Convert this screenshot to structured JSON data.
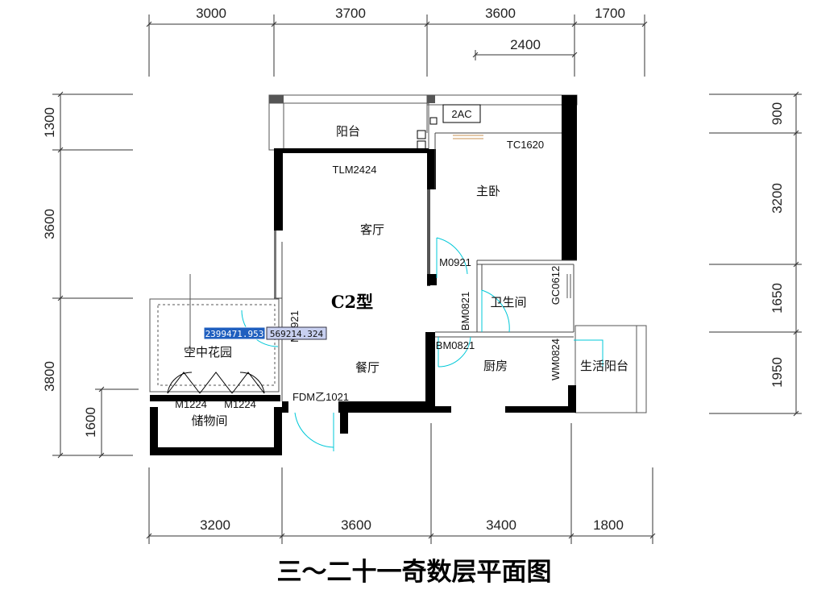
{
  "title": "三～二十一奇数层平面图",
  "type_label": "C2型",
  "top_dims": [
    "3000",
    "3700",
    "3600",
    "1700"
  ],
  "top_sub_dim": "2400",
  "bottom_dims": [
    "3200",
    "3600",
    "3400",
    "1800"
  ],
  "left_dims": [
    "1300",
    "3600",
    "3800"
  ],
  "left_sub_dim": "1600",
  "right_dims": [
    "900",
    "3200",
    "1650",
    "1950"
  ],
  "rooms": {
    "balcony": "阳台",
    "master_bedroom": "主卧",
    "living_room": "客厅",
    "dining_room": "餐厅",
    "bathroom": "卫生间",
    "kitchen": "厨房",
    "utility_balcony": "生活阳台",
    "sky_garden": "空中花园",
    "storage": "储物间"
  },
  "codes": {
    "ac": "2AC",
    "tc1620": "TC1620",
    "tlm2424": "TLM2424",
    "m0921_a": "M0921",
    "m0921_b": "M0921",
    "gc0612": "GC0612",
    "bm0821_a": "BM0821",
    "bm0821_b": "BM0821",
    "wm0824": "WM0824",
    "fdm": "FDM乙1021",
    "m1224_a": "M1224",
    "m1224_b": "M1224"
  },
  "coordinates": [
    "2399471.953",
    "569214.324"
  ],
  "colors": {
    "wall": "#000000",
    "door": "#00c8d8",
    "coord_fill_a": "#1f5fbf",
    "coord_fill_b": "#c8d0f0"
  }
}
